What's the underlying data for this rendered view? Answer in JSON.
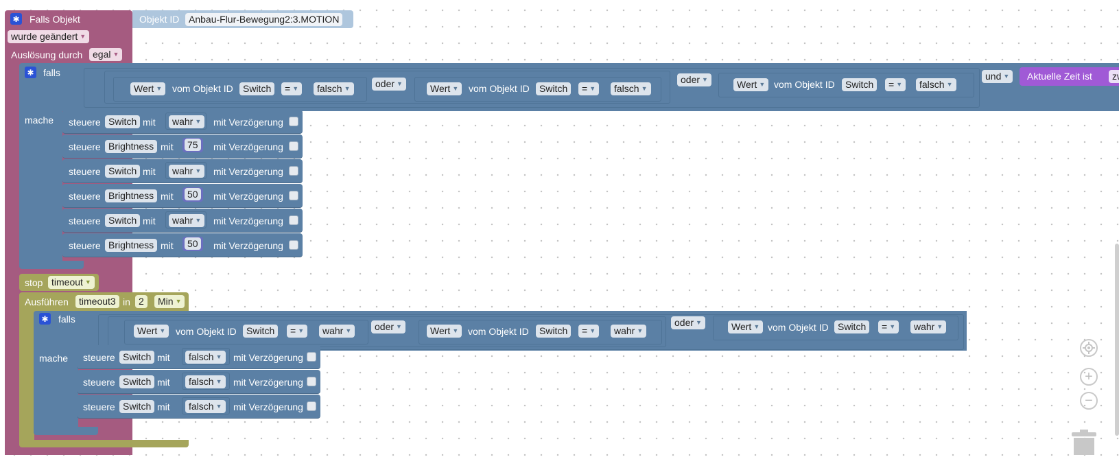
{
  "colors": {
    "trigger": "#a55b80",
    "logic": "#5b80a5",
    "timer": "#a5a55b",
    "action": "#5b80a5",
    "time": "#a05ad6"
  },
  "trigger": {
    "title": "Falls Objekt",
    "object_id_label": "Objekt ID",
    "object_id_value": "Anbau-Flur-Bewegung2:3.MOTION",
    "event_select": "wurde geändert",
    "triggered_by_label": "Auslösung durch",
    "triggered_by_value": "egal"
  },
  "if1": {
    "falls_label": "falls",
    "mache_label": "mache",
    "conditions": [
      {
        "prop": "Wert",
        "from_label": "vom Objekt ID",
        "obj": "Switch",
        "op": "=",
        "val": "falsch"
      },
      {
        "prop": "Wert",
        "from_label": "vom Objekt ID",
        "obj": "Switch",
        "op": "=",
        "val": "falsch"
      },
      {
        "prop": "Wert",
        "from_label": "vom Objekt ID",
        "obj": "Switch",
        "op": "=",
        "val": "falsch"
      }
    ],
    "or_label": "oder",
    "and_label": "und",
    "time_label": "Aktuelle Zeit ist",
    "time_value": "zwis",
    "actions": [
      {
        "verb": "steuere",
        "obj": "Switch",
        "mit": "mit",
        "value": "wahr",
        "kind": "dropdown",
        "delay": "mit Verzögerung"
      },
      {
        "verb": "steuere",
        "obj": "Brightness",
        "mit": "mit",
        "value": "75",
        "kind": "number",
        "delay": "mit Verzögerung"
      },
      {
        "verb": "steuere",
        "obj": "Switch",
        "mit": "mit",
        "value": "wahr",
        "kind": "dropdown",
        "delay": "mit Verzögerung"
      },
      {
        "verb": "steuere",
        "obj": "Brightness",
        "mit": "mit",
        "value": "50",
        "kind": "number",
        "delay": "mit Verzögerung"
      },
      {
        "verb": "steuere",
        "obj": "Switch",
        "mit": "mit",
        "value": "wahr",
        "kind": "dropdown",
        "delay": "mit Verzögerung"
      },
      {
        "verb": "steuere",
        "obj": "Brightness",
        "mit": "mit",
        "value": "50",
        "kind": "number",
        "delay": "mit Verzögerung"
      }
    ]
  },
  "stop": {
    "label": "stop",
    "value": "timeout"
  },
  "timeout": {
    "label": "Ausführen",
    "name": "timeout3",
    "in_label": "in",
    "amount": "2",
    "unit": "Min"
  },
  "if2": {
    "falls_label": "falls",
    "mache_label": "mache",
    "conditions": [
      {
        "prop": "Wert",
        "from_label": "vom Objekt ID",
        "obj": "Switch",
        "op": "=",
        "val": "wahr"
      },
      {
        "prop": "Wert",
        "from_label": "vom Objekt ID",
        "obj": "Switch",
        "op": "=",
        "val": "wahr"
      },
      {
        "prop": "Wert",
        "from_label": "vom Objekt ID",
        "obj": "Switch",
        "op": "=",
        "val": "wahr"
      }
    ],
    "or_label": "oder",
    "actions": [
      {
        "verb": "steuere",
        "obj": "Switch",
        "mit": "mit",
        "value": "falsch",
        "kind": "dropdown",
        "delay": "mit Verzögerung"
      },
      {
        "verb": "steuere",
        "obj": "Switch",
        "mit": "mit",
        "value": "falsch",
        "kind": "dropdown",
        "delay": "mit Verzögerung"
      },
      {
        "verb": "steuere",
        "obj": "Switch",
        "mit": "mit",
        "value": "falsch",
        "kind": "dropdown",
        "delay": "mit Verzögerung"
      }
    ]
  },
  "workspace_controls": {
    "center_icon": "crosshair-icon",
    "zoom_in_icon": "plus-icon",
    "zoom_out_icon": "minus-icon",
    "trash_icon": "trash-icon"
  }
}
